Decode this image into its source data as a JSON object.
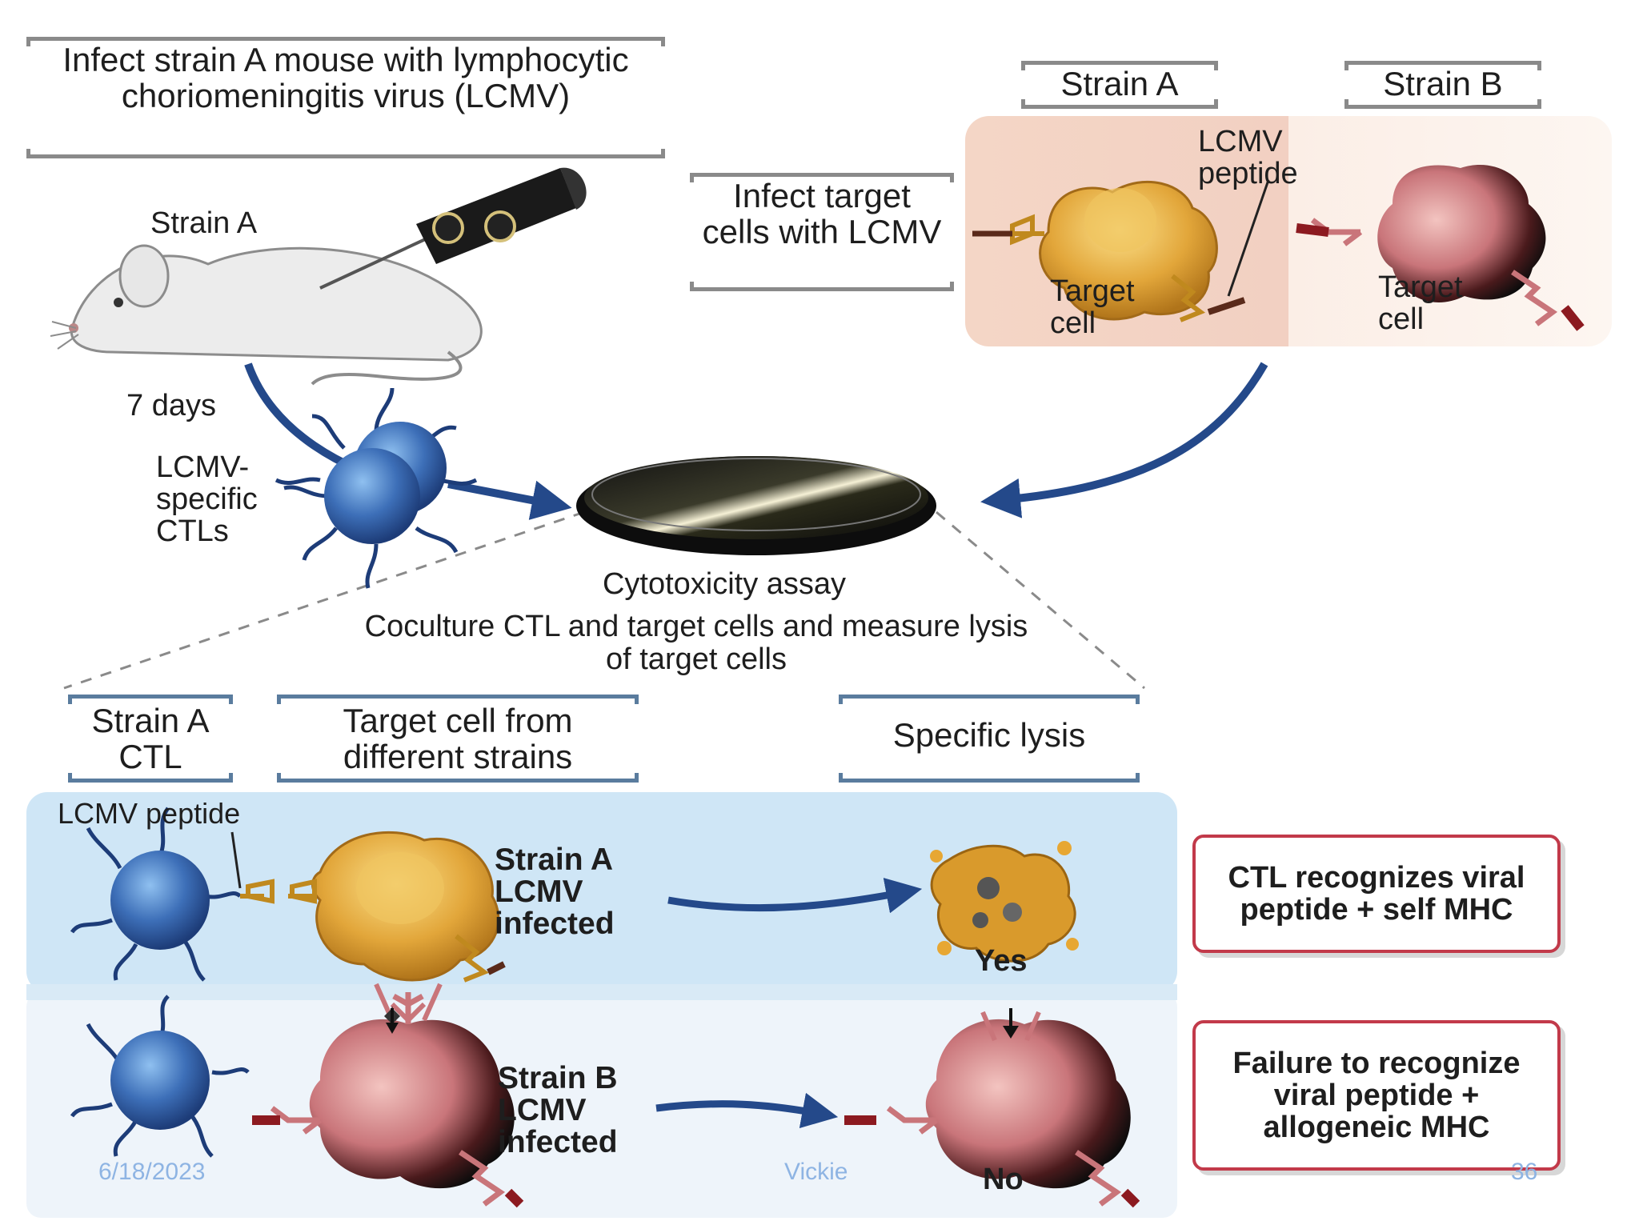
{
  "infect_box": "Infect strain A mouse with lymphocytic choriomeningitis virus (LCMV)",
  "mouse_label": "Strain A",
  "days_label": "7 days",
  "ctl_label": "LCMV-specific CTLs",
  "infect_target_box": "Infect target cells with LCMV",
  "strain_a_header": "Strain A",
  "strain_b_header": "Strain B",
  "lcmv_peptide_top": "LCMV peptide",
  "target_cell_a": "Target cell",
  "target_cell_b": "Target cell",
  "assay_title": "Cytotoxicity assay",
  "assay_desc": "Coculture CTL and target cells and measure lysis of target cells",
  "col_strain_ctl": "Strain A CTL",
  "col_target": "Target cell from different strains",
  "col_lysis": "Specific lysis",
  "row1_peptide": "LCMV peptide",
  "row1_target": "Strain A LCMV infected",
  "row1_result": "Yes",
  "row2_target": "Strain B LCMV infected",
  "row2_result": "No",
  "note_recognize": "CTL recognizes viral peptide + self MHC",
  "note_failure": "Failure to recognize viral peptide + allogeneic MHC",
  "footer_date": "6/18/2023",
  "footer_author": "Vickie",
  "footer_page": "36",
  "colors": {
    "ctl_blue": "#3d6fb8",
    "target_orange": "#e2a63a",
    "allogeneic_red": "#c9757a",
    "arrow_blue": "#24498a",
    "note_border": "#c23a4a",
    "row1_bg": "#cfe6f6",
    "row2_bg": "#eef4fa"
  }
}
